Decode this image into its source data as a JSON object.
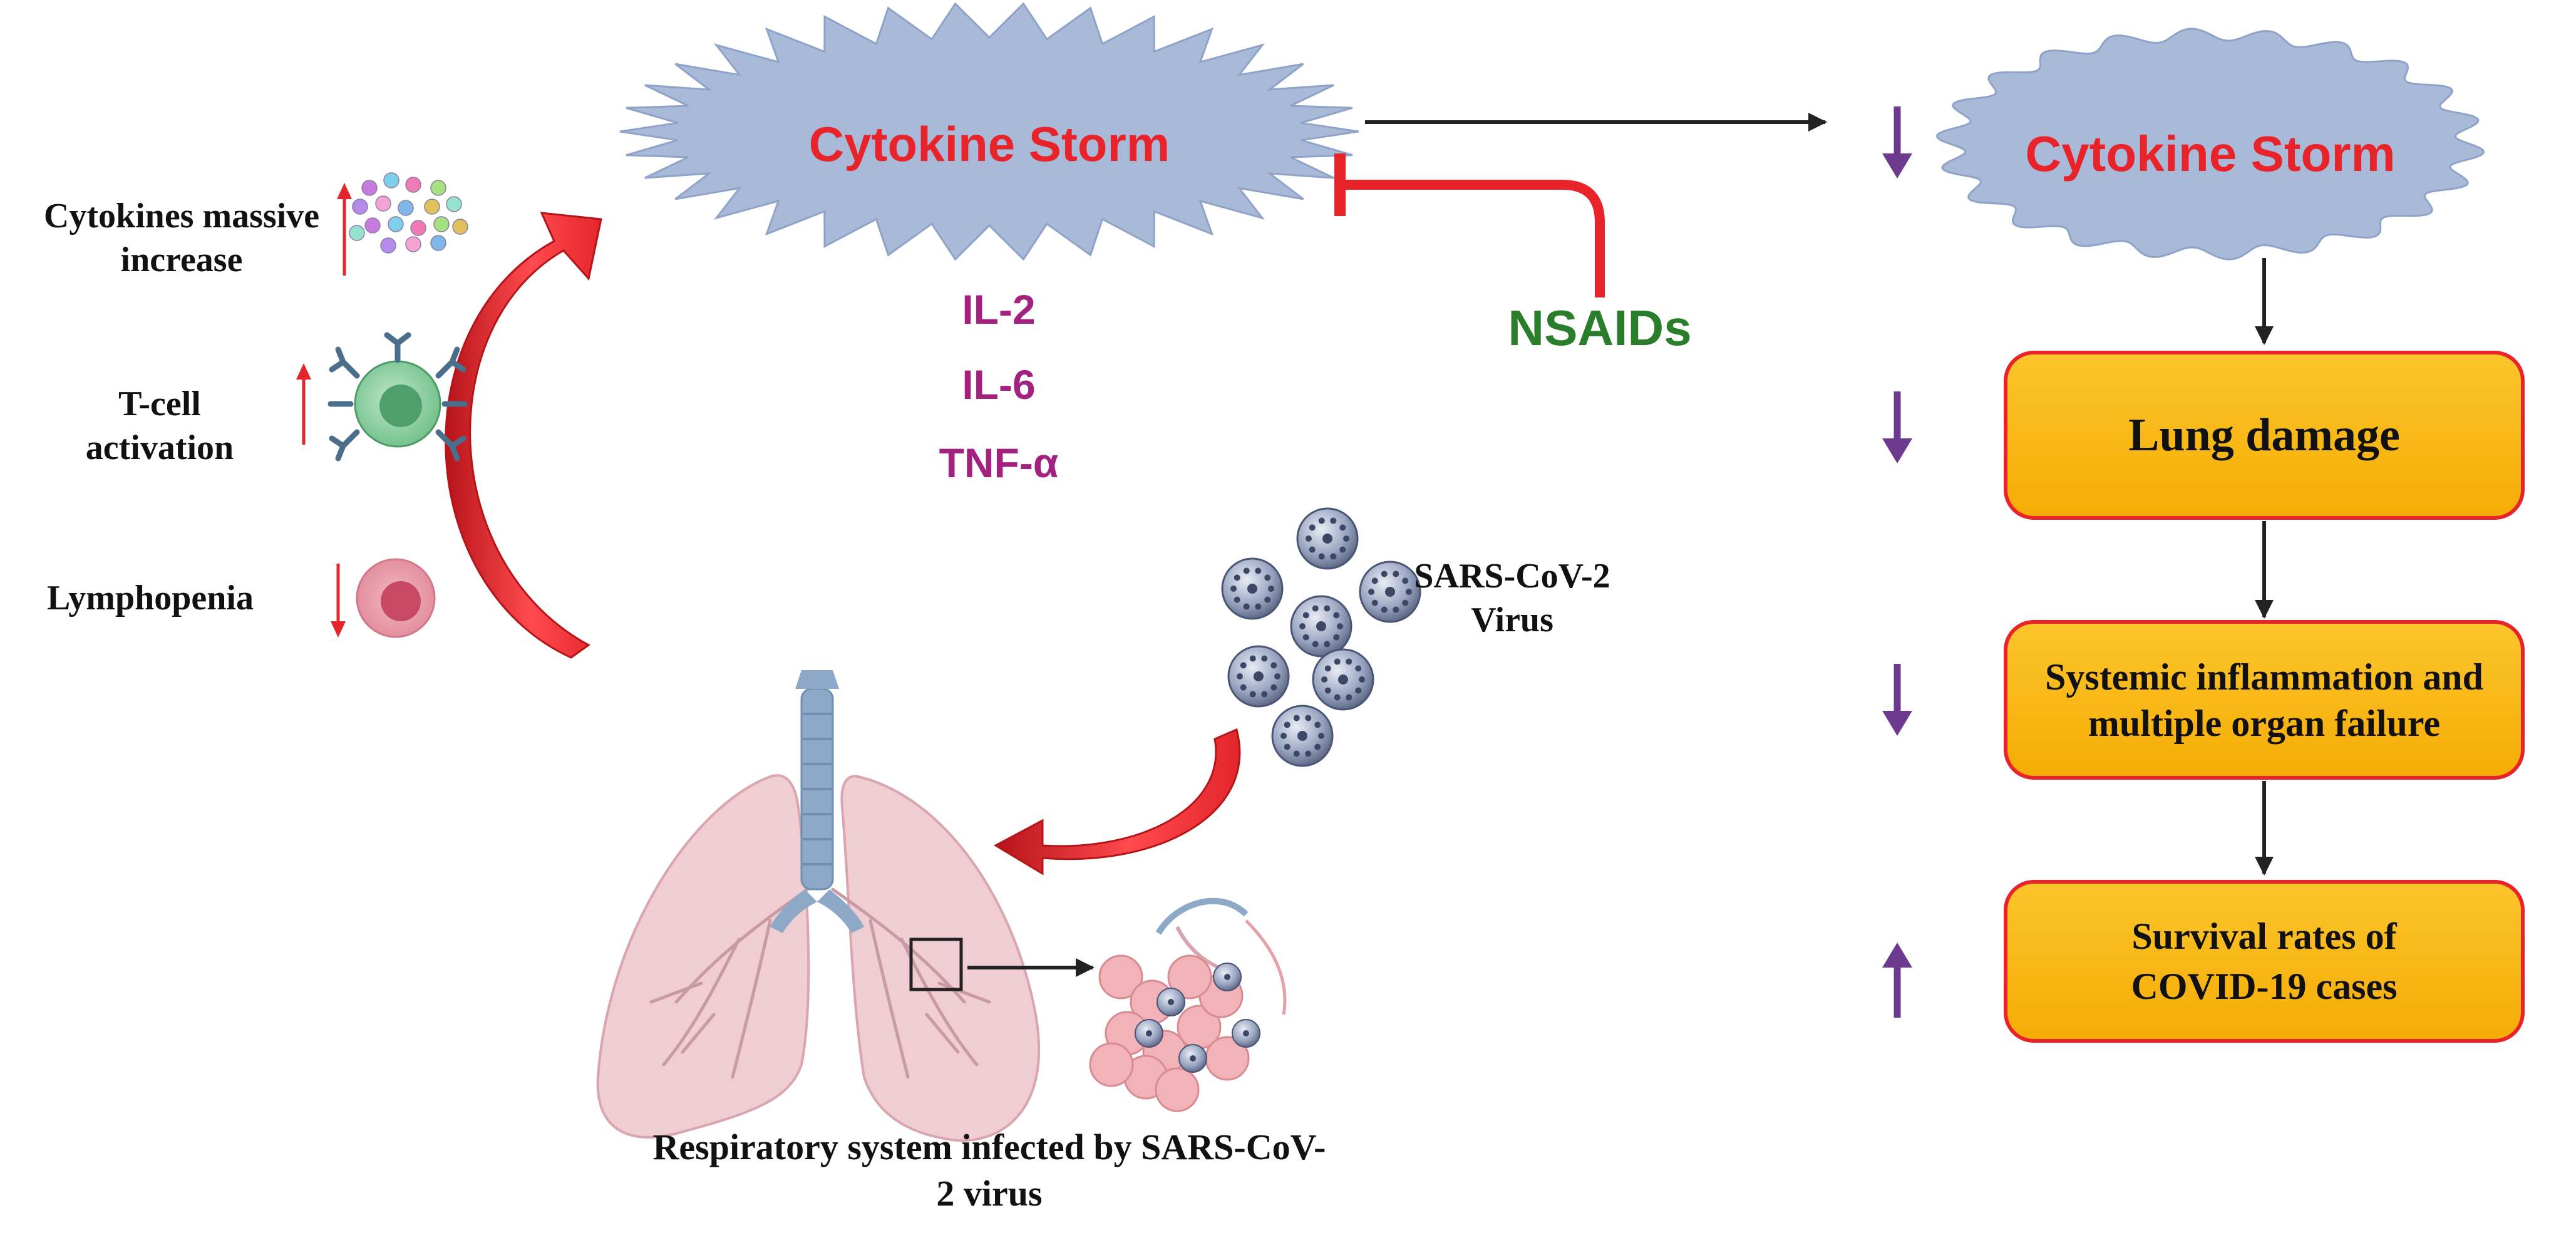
{
  "colors": {
    "storm_fill": "#a9b9d8",
    "storm_text": "#e8242a",
    "cytokine_text": "#a4227f",
    "nsaids_text": "#2a7d2a",
    "inhibit_red": "#e8242a",
    "box_fill": "#f9b91a",
    "box_border": "#e8242a",
    "trend_arrow": "#6d3b8e",
    "curved_arrow": "#e3262b",
    "lung_fill": "#f0cdd2",
    "airway": "#8da9c7"
  },
  "left_panel": {
    "items": [
      {
        "label": "Cytokines massive increase",
        "trend": "up",
        "icon": "cytokine-particles-icon"
      },
      {
        "label": "T-cell activation",
        "trend": "up",
        "icon": "t-cell-icon"
      },
      {
        "label": "Lymphopenia",
        "trend": "down",
        "icon": "lymphocyte-icon"
      }
    ]
  },
  "storm_main": {
    "label": "Cytokine Storm"
  },
  "cytokines": [
    "IL-2",
    "IL-6",
    "TNF-α"
  ],
  "nsaids": {
    "label": "NSAIDs"
  },
  "virus": {
    "label": "SARS-CoV-2 Virus",
    "icon": "virus-particles-icon"
  },
  "respiratory": {
    "label": "Respiratory system infected by SARS-CoV-2 virus",
    "icon": "lungs-icon"
  },
  "alveoli": {
    "icon": "alveoli-icon"
  },
  "flow": [
    {
      "label": "Cytokine Storm",
      "trend": "down"
    },
    {
      "label": "Lung damage",
      "trend": "down"
    },
    {
      "label": "Systemic inflammation and multiple organ failure",
      "trend": "down"
    },
    {
      "label": "Survival rates of COVID-19 cases",
      "trend": "up"
    }
  ]
}
